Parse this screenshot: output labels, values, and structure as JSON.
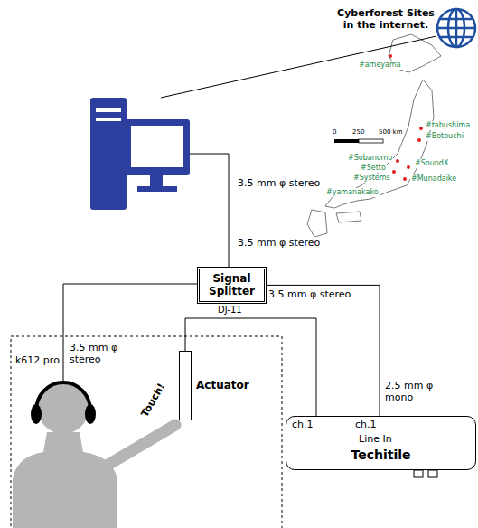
{
  "diagram": {
    "nodes": [
      {
        "text": [
          "Signal Splitter",
          "DJ-11"
        ]
      },
      {
        "text": [
          "Line In",
          "Techitile"
        ]
      },
      {
        "text": [
          "Actuator"
        ]
      }
    ],
    "edges": [
      {
        "from": 0,
        "to": 1,
        "arrow": "none"
      },
      {
        "from": 2,
        "to": 1,
        "arrow": "none"
      }
    ],
    "labels": [
      "Cyberforest Sites in the internet.",
      "#ameyama",
      "#tabushima",
      "#Botouchi",
      "#Sobanomo",
      "#Setto",
      "#Systems",
      "#SoundX",
      "#Munadaike",
      "#yamanakako",
      "0",
      "250",
      "500 km",
      "3.5 mm φ stereo",
      "3.5 mm φ stereo",
      "3.5 mm φ stereo",
      "3.5 mm φ stereo",
      "k612 pro",
      "Touch!",
      "2.5 mm φ mono",
      "ch.1",
      "ch.1"
    ]
  }
}
